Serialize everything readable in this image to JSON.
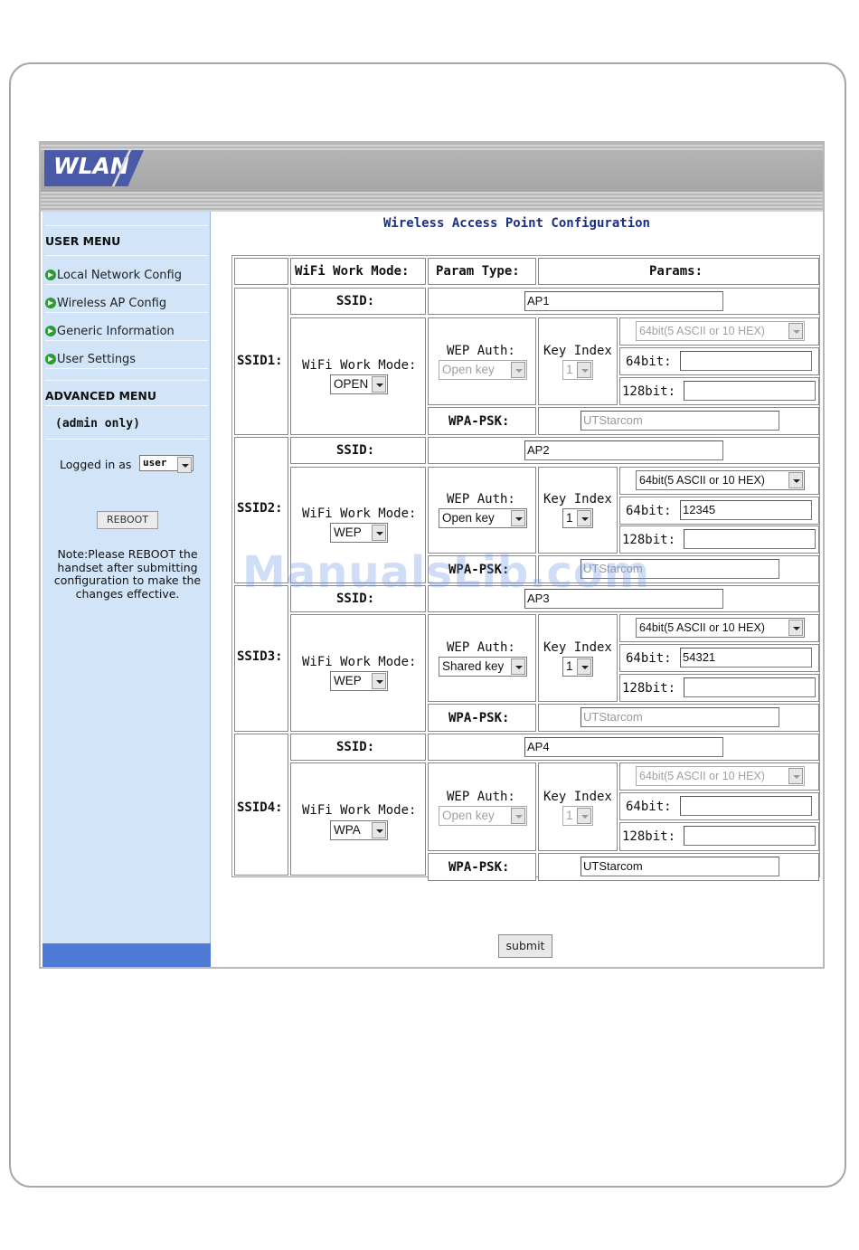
{
  "app": {
    "logo_text": "WLAN"
  },
  "sidebar": {
    "user_menu_title": "USER MENU",
    "items": [
      {
        "label": "Local Network Config"
      },
      {
        "label": "Wireless AP Config"
      },
      {
        "label": "Generic Information"
      },
      {
        "label": "User Settings"
      }
    ],
    "advanced_menu_title": "ADVANCED MENU",
    "admin_only": "(admin only)",
    "logged_in_label": "Logged in as",
    "logged_in_user": "user",
    "reboot_label": "REBOOT",
    "note": "Note:Please REBOOT the handset after submitting configuration to make the changes effective."
  },
  "main": {
    "title": "Wireless Access Point Configuration",
    "headers": {
      "mode": "WiFi Work Mode:",
      "param": "Param Type:",
      "params": "Params:"
    },
    "labels": {
      "ssid": "SSID:",
      "wifi_mode": "WiFi Work Mode:",
      "wep_auth": "WEP Auth:",
      "key_index": "Key Index",
      "bit64": "64bit:",
      "bit128": "128bit:",
      "wpa_psk": "WPA-PSK:"
    },
    "ssids": [
      {
        "row_label": "SSID1:",
        "ssid": "AP1",
        "mode": "OPEN",
        "wep_auth": "Open key",
        "key_index": "1",
        "key_type": "64bit(5 ASCII or 10 HEX)",
        "key64": "",
        "key128": "",
        "wpa_psk": "UTStarcom"
      },
      {
        "row_label": "SSID2:",
        "ssid": "AP2",
        "mode": "WEP",
        "wep_auth": "Open key",
        "key_index": "1",
        "key_type": "64bit(5 ASCII or 10 HEX)",
        "key64": "12345",
        "key128": "",
        "wpa_psk": "UTStarcom"
      },
      {
        "row_label": "SSID3:",
        "ssid": "AP3",
        "mode": "WEP",
        "wep_auth": "Shared key",
        "key_index": "1",
        "key_type": "64bit(5 ASCII or 10 HEX)",
        "key64": "54321",
        "key128": "",
        "wpa_psk": "UTStarcom"
      },
      {
        "row_label": "SSID4:",
        "ssid": "AP4",
        "mode": "WPA",
        "wep_auth": "Open key",
        "key_index": "1",
        "key_type": "64bit(5 ASCII or 10 HEX)",
        "key64": "",
        "key128": "",
        "wpa_psk": "UTStarcom"
      }
    ],
    "submit_label": "submit"
  },
  "watermark": "ManualsLib.com"
}
